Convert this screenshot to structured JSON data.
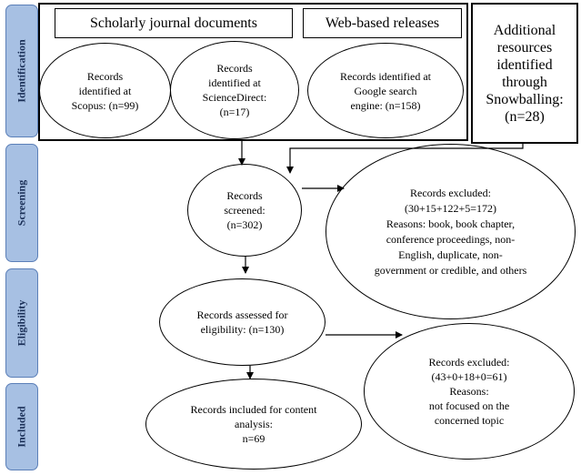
{
  "stages": {
    "identification": "Identification",
    "screening": "Screening",
    "eligibility": "Eligibility",
    "included": "Included"
  },
  "headers": {
    "journal": "Scholarly journal documents",
    "web": "Web-based releases"
  },
  "snowball": {
    "lines": [
      "Additional",
      "resources",
      "identified",
      "through",
      "Snowballing:",
      "(n=28)"
    ]
  },
  "nodes": {
    "scopus": {
      "lines": [
        "Records",
        "identified at",
        "Scopus: (n=99)"
      ]
    },
    "sciencedirect": {
      "lines": [
        "Records",
        "identified at",
        "ScienceDirect:",
        "(n=17)"
      ]
    },
    "google": {
      "lines": [
        "Records identified at",
        "Google search",
        "engine: (n=158)"
      ]
    },
    "screened": {
      "lines": [
        "Records",
        "screened:",
        "(n=302)"
      ]
    },
    "excluded1": {
      "lines": [
        "Records excluded:",
        "(30+15+122+5=172)",
        "Reasons: book, book chapter,",
        "conference proceedings, non-",
        "English, duplicate, non-",
        "government or credible, and others"
      ]
    },
    "assessed": {
      "lines": [
        "Records assessed for",
        "eligibility: (n=130)"
      ]
    },
    "excluded2": {
      "lines": [
        "Records excluded:",
        "(43+0+18+0=61)",
        "Reasons:",
        "not focused on the",
        "concerned topic"
      ]
    },
    "included": {
      "lines": [
        "Records included for content",
        "analysis:",
        "n=69"
      ]
    }
  }
}
